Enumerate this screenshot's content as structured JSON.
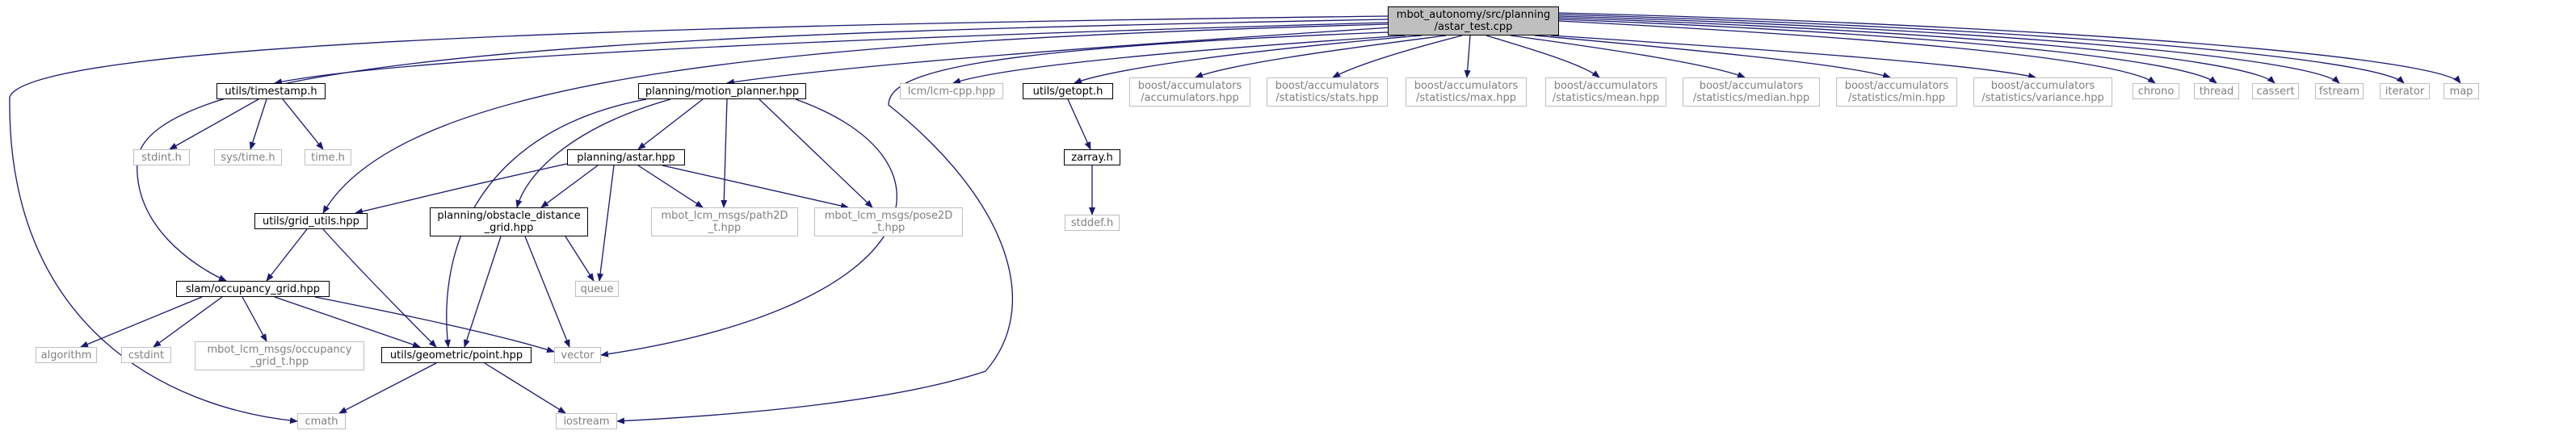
{
  "colors": {
    "edge": "#191970",
    "root_fill": "#bfbfbf",
    "doc_border": "#000000",
    "ext_border": "#bfbfbf",
    "ext_text": "#808080"
  },
  "nodes": {
    "root": "mbot_autonomy/src/planning\n/astar_test.cpp",
    "timestamp": "utils/timestamp.h",
    "motion_planner": "planning/motion_planner.hpp",
    "lcm_cpp": "lcm/lcm-cpp.hpp",
    "getopt": "utils/getopt.h",
    "accumulators": "boost/accumulators\n/accumulators.hpp",
    "stats": "boost/accumulators\n/statistics/stats.hpp",
    "max": "boost/accumulators\n/statistics/max.hpp",
    "mean": "boost/accumulators\n/statistics/mean.hpp",
    "median": "boost/accumulators\n/statistics/median.hpp",
    "min": "boost/accumulators\n/statistics/min.hpp",
    "variance": "boost/accumulators\n/statistics/variance.hpp",
    "chrono": "chrono",
    "thread": "thread",
    "cassert": "cassert",
    "fstream": "fstream",
    "iterator": "iterator",
    "map": "map",
    "stdint": "stdint.h",
    "systime": "sys/time.h",
    "time": "time.h",
    "zarray": "zarray.h",
    "stddef": "stddef.h",
    "astar": "planning/astar.hpp",
    "grid_utils": "utils/grid_utils.hpp",
    "obstacle": "planning/obstacle_distance\n_grid.hpp",
    "path2d": "mbot_lcm_msgs/path2D\n_t.hpp",
    "pose2d": "mbot_lcm_msgs/pose2D\n_t.hpp",
    "queue": "queue",
    "occupancy": "slam/occupancy_grid.hpp",
    "algorithm": "algorithm",
    "cstdint": "cstdint",
    "occ_msg": "mbot_lcm_msgs/occupancy\n_grid_t.hpp",
    "point": "utils/geometric/point.hpp",
    "vector": "vector",
    "cmath": "cmath",
    "iostream": "iostream"
  }
}
